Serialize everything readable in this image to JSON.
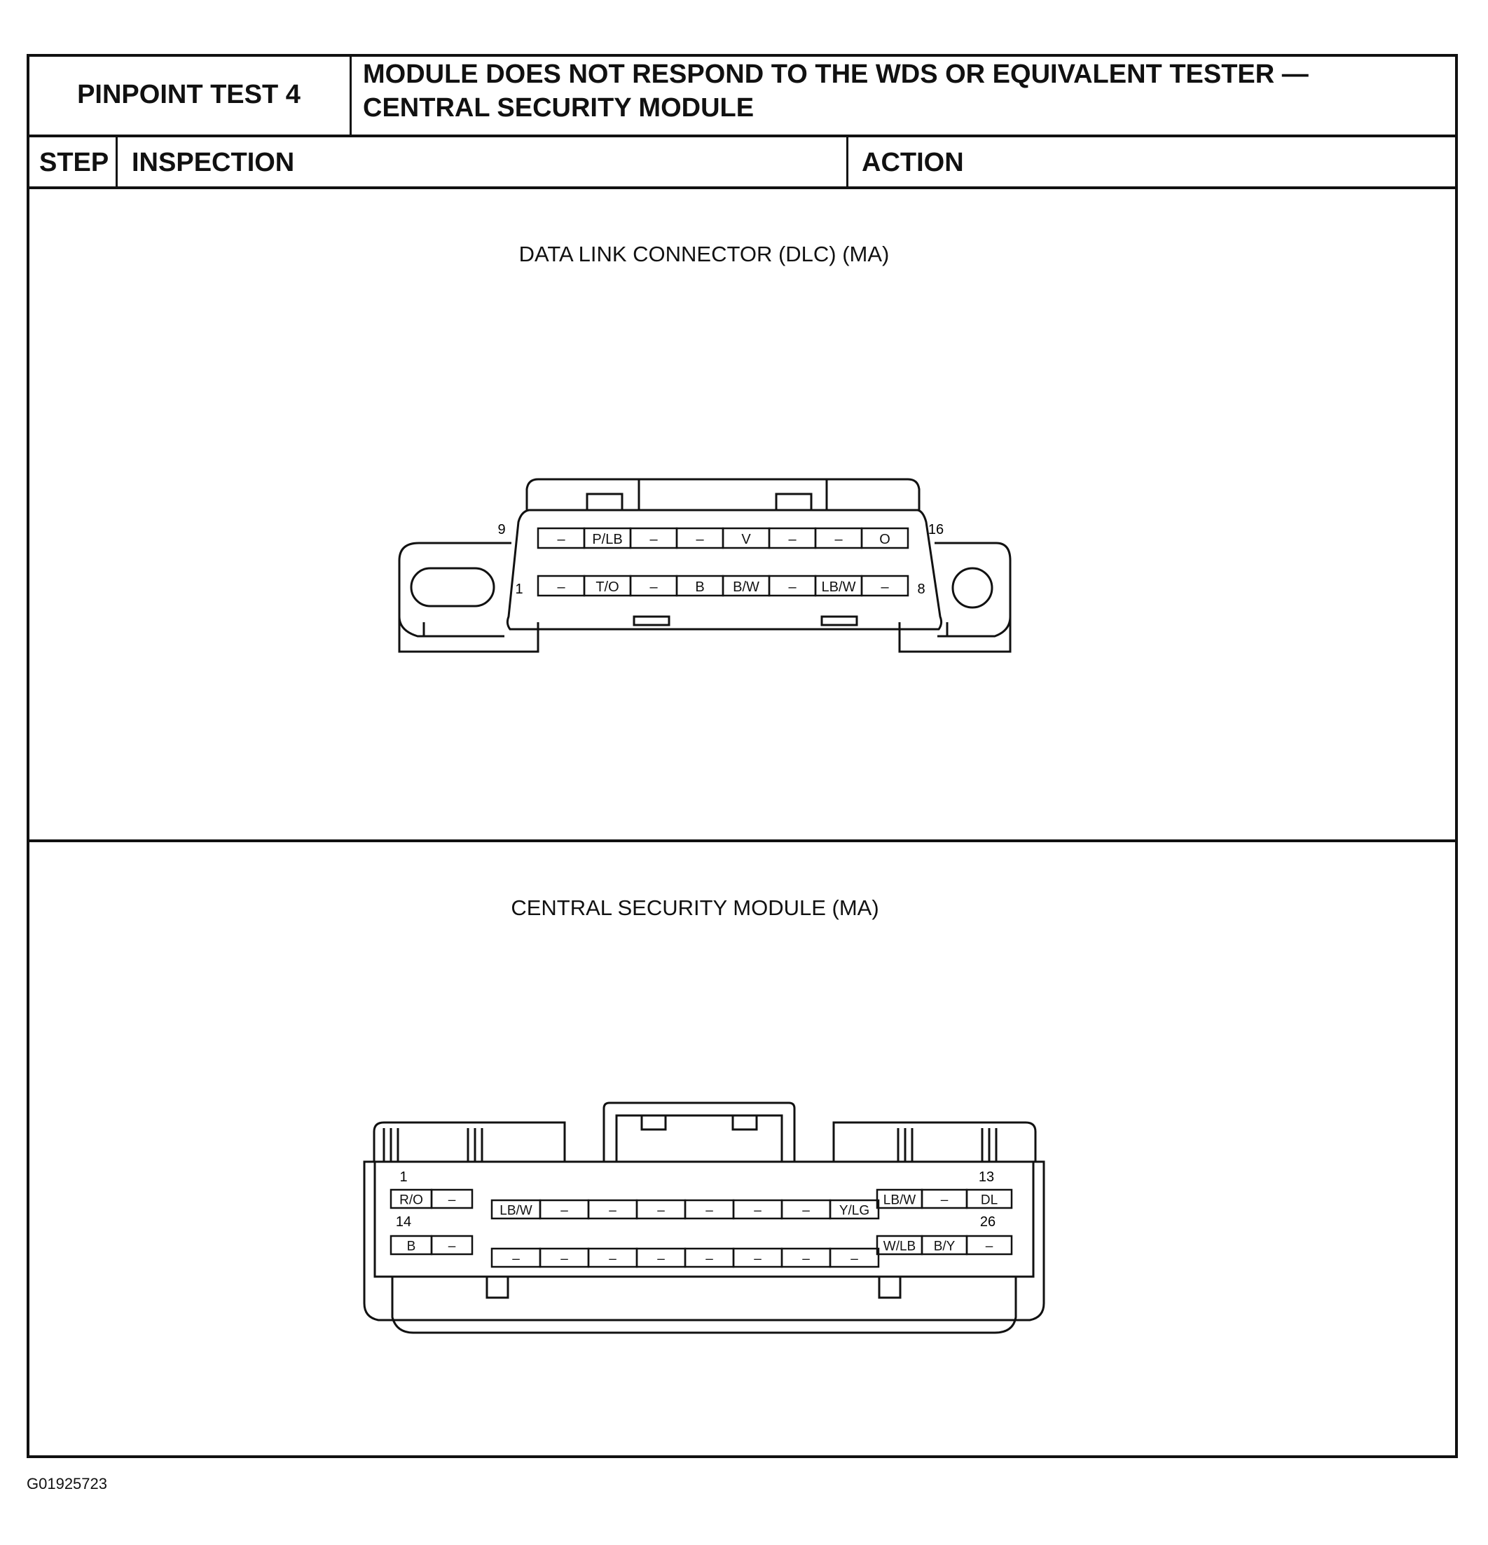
{
  "header": {
    "test_label": "PINPOINT TEST 4",
    "title_line1": "MODULE DOES NOT RESPOND TO THE WDS OR EQUIVALENT TESTER —",
    "title_line2": "CENTRAL SECURITY MODULE"
  },
  "columns": {
    "step": "STEP",
    "inspection": "INSPECTION",
    "action": "ACTION"
  },
  "dlc": {
    "caption": "DATA LINK CONNECTOR (DLC) (MA)",
    "label_pin9": "9",
    "label_pin16": "16",
    "label_pin1": "1",
    "label_pin8": "8",
    "top_row": [
      "–",
      "P/LB",
      "–",
      "–",
      "V",
      "–",
      "–",
      "O"
    ],
    "bottom_row": [
      "–",
      "T/O",
      "–",
      "B",
      "B/W",
      "–",
      "LB/W",
      "–"
    ]
  },
  "csm": {
    "caption": "CENTRAL SECURITY MODULE (MA)",
    "label_pin1": "1",
    "label_pin13": "13",
    "label_pin14": "14",
    "label_pin26": "26",
    "top_left": [
      "R/O",
      "–"
    ],
    "top_middle": [
      "LB/W",
      "–",
      "–",
      "–",
      "–",
      "–",
      "–",
      "Y/LG"
    ],
    "top_right": [
      "LB/W",
      "–",
      "DL"
    ],
    "bottom_left": [
      "B",
      "–"
    ],
    "bottom_middle": [
      "–",
      "–",
      "–",
      "–",
      "–",
      "–",
      "–",
      "–"
    ],
    "bottom_right": [
      "W/LB",
      "B/Y",
      "–"
    ]
  },
  "figure_id": "G01925723"
}
